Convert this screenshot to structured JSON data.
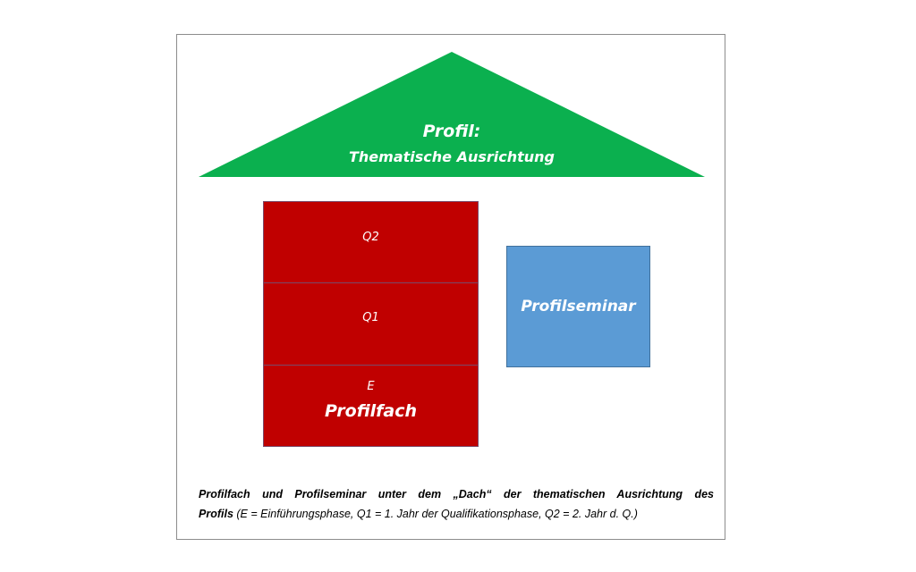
{
  "diagram": {
    "roof": {
      "title": "Profil:",
      "subtitle": "Thematische Ausrichtung",
      "color": "#0bb04f"
    },
    "blocks": {
      "q2_label": "Q2",
      "q1_label": "Q1",
      "e_label": "E",
      "e_title": "Profilfach",
      "color": "#c00000"
    },
    "seminar": {
      "label": "Profilseminar",
      "color": "#5b9bd5"
    },
    "caption": {
      "line1_bold": "Profilfach und Profilseminar unter dem „Dach“ der thematischen Ausrichtung des",
      "line2_bold": "Profils",
      "line2_rest": " (E = Einführungsphase, Q1 = 1. Jahr der Qualifikationsphase, Q2 = 2. Jahr d. Q.)"
    }
  }
}
